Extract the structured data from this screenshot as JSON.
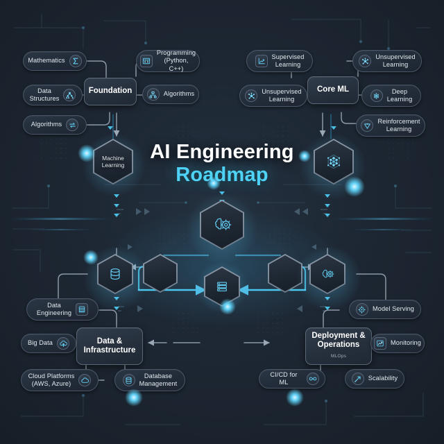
{
  "meta": {
    "title_line1": "AI Engineering",
    "title_line2": "Roadmap",
    "accent_cyan": "#4ed2f5",
    "background": "#1d2733",
    "text_primary": "#e3e9ef",
    "node_border": "#4b5768"
  },
  "hubs": [
    {
      "id": "foundation",
      "label": "Foundation",
      "sub": ""
    },
    {
      "id": "core_ml",
      "label": "Core ML",
      "sub": ""
    },
    {
      "id": "data_infra",
      "label": "Data &\nInfrastructure",
      "sub": ""
    },
    {
      "id": "deploy_ops",
      "label": "Deployment &\nOperations",
      "sub": "MLOps"
    }
  ],
  "hexagons": [
    {
      "id": "hex_ml",
      "label": "Machine\nLearning",
      "icon": ""
    },
    {
      "id": "hex_nn",
      "label": "",
      "icon": "neural-network-icon"
    },
    {
      "id": "hex_brain",
      "label": "",
      "icon": "brain-gear-icon"
    },
    {
      "id": "hex_db",
      "label": "",
      "icon": "database-icon"
    },
    {
      "id": "hex_blank_l",
      "label": "",
      "icon": ""
    },
    {
      "id": "hex_stack",
      "label": "",
      "icon": "server-stack-icon"
    },
    {
      "id": "hex_blank_r",
      "label": "",
      "icon": ""
    },
    {
      "id": "hex_gear",
      "label": "",
      "icon": "brain-gear-icon"
    }
  ],
  "branches": {
    "foundation": [
      {
        "label": "Mathematics",
        "icon": "sigma-icon",
        "icon_side": "right"
      },
      {
        "label": "Programming\n(Python, C++)",
        "icon": "code-window-icon",
        "icon_side": "left"
      },
      {
        "label": "Data\nStructures",
        "icon": "tree-nodes-icon",
        "icon_side": "right"
      },
      {
        "label": "Algorithms",
        "icon": "hierarchy-icon",
        "icon_side": "left"
      },
      {
        "label": "Algorithms",
        "icon": "swap-arrows-icon",
        "icon_side": "right"
      }
    ],
    "core_ml": [
      {
        "label": "Supervised\nLearning",
        "icon": "line-chart-icon",
        "icon_side": "left"
      },
      {
        "label": "Unsupervised\nLearning",
        "icon": "cluster-icon",
        "icon_side": "left"
      },
      {
        "label": "Unsupervised\nLearning",
        "icon": "cluster-icon",
        "icon_side": "right"
      },
      {
        "label": "Deep\nLearning",
        "icon": "neural-net-icon",
        "icon_side": "left"
      },
      {
        "label": "Reinforcement\nLearning",
        "icon": "reward-path-icon",
        "icon_side": "left"
      }
    ],
    "data_infra": [
      {
        "label": "Data\nEngineering",
        "icon": "database-list-icon",
        "icon_side": "right"
      },
      {
        "label": "Big Data",
        "icon": "cloud-upload-icon",
        "icon_side": "right"
      },
      {
        "label": "Cloud Platforms\n(AWS, Azure)",
        "icon": "cloud-icon",
        "icon_side": "right"
      },
      {
        "label": "Database\nManagement",
        "icon": "db-cylinder-icon",
        "icon_side": "left"
      }
    ],
    "deploy_ops": [
      {
        "label": "Model Serving",
        "icon": "gear-network-icon",
        "icon_side": "left"
      },
      {
        "label": "Monitoring",
        "icon": "chart-box-icon",
        "icon_side": "left"
      },
      {
        "label": "CI/CD for ML",
        "icon": "infinity-icon",
        "icon_side": "right"
      },
      {
        "label": "Scalability",
        "icon": "trend-up-icon",
        "icon_side": "left"
      }
    ]
  }
}
